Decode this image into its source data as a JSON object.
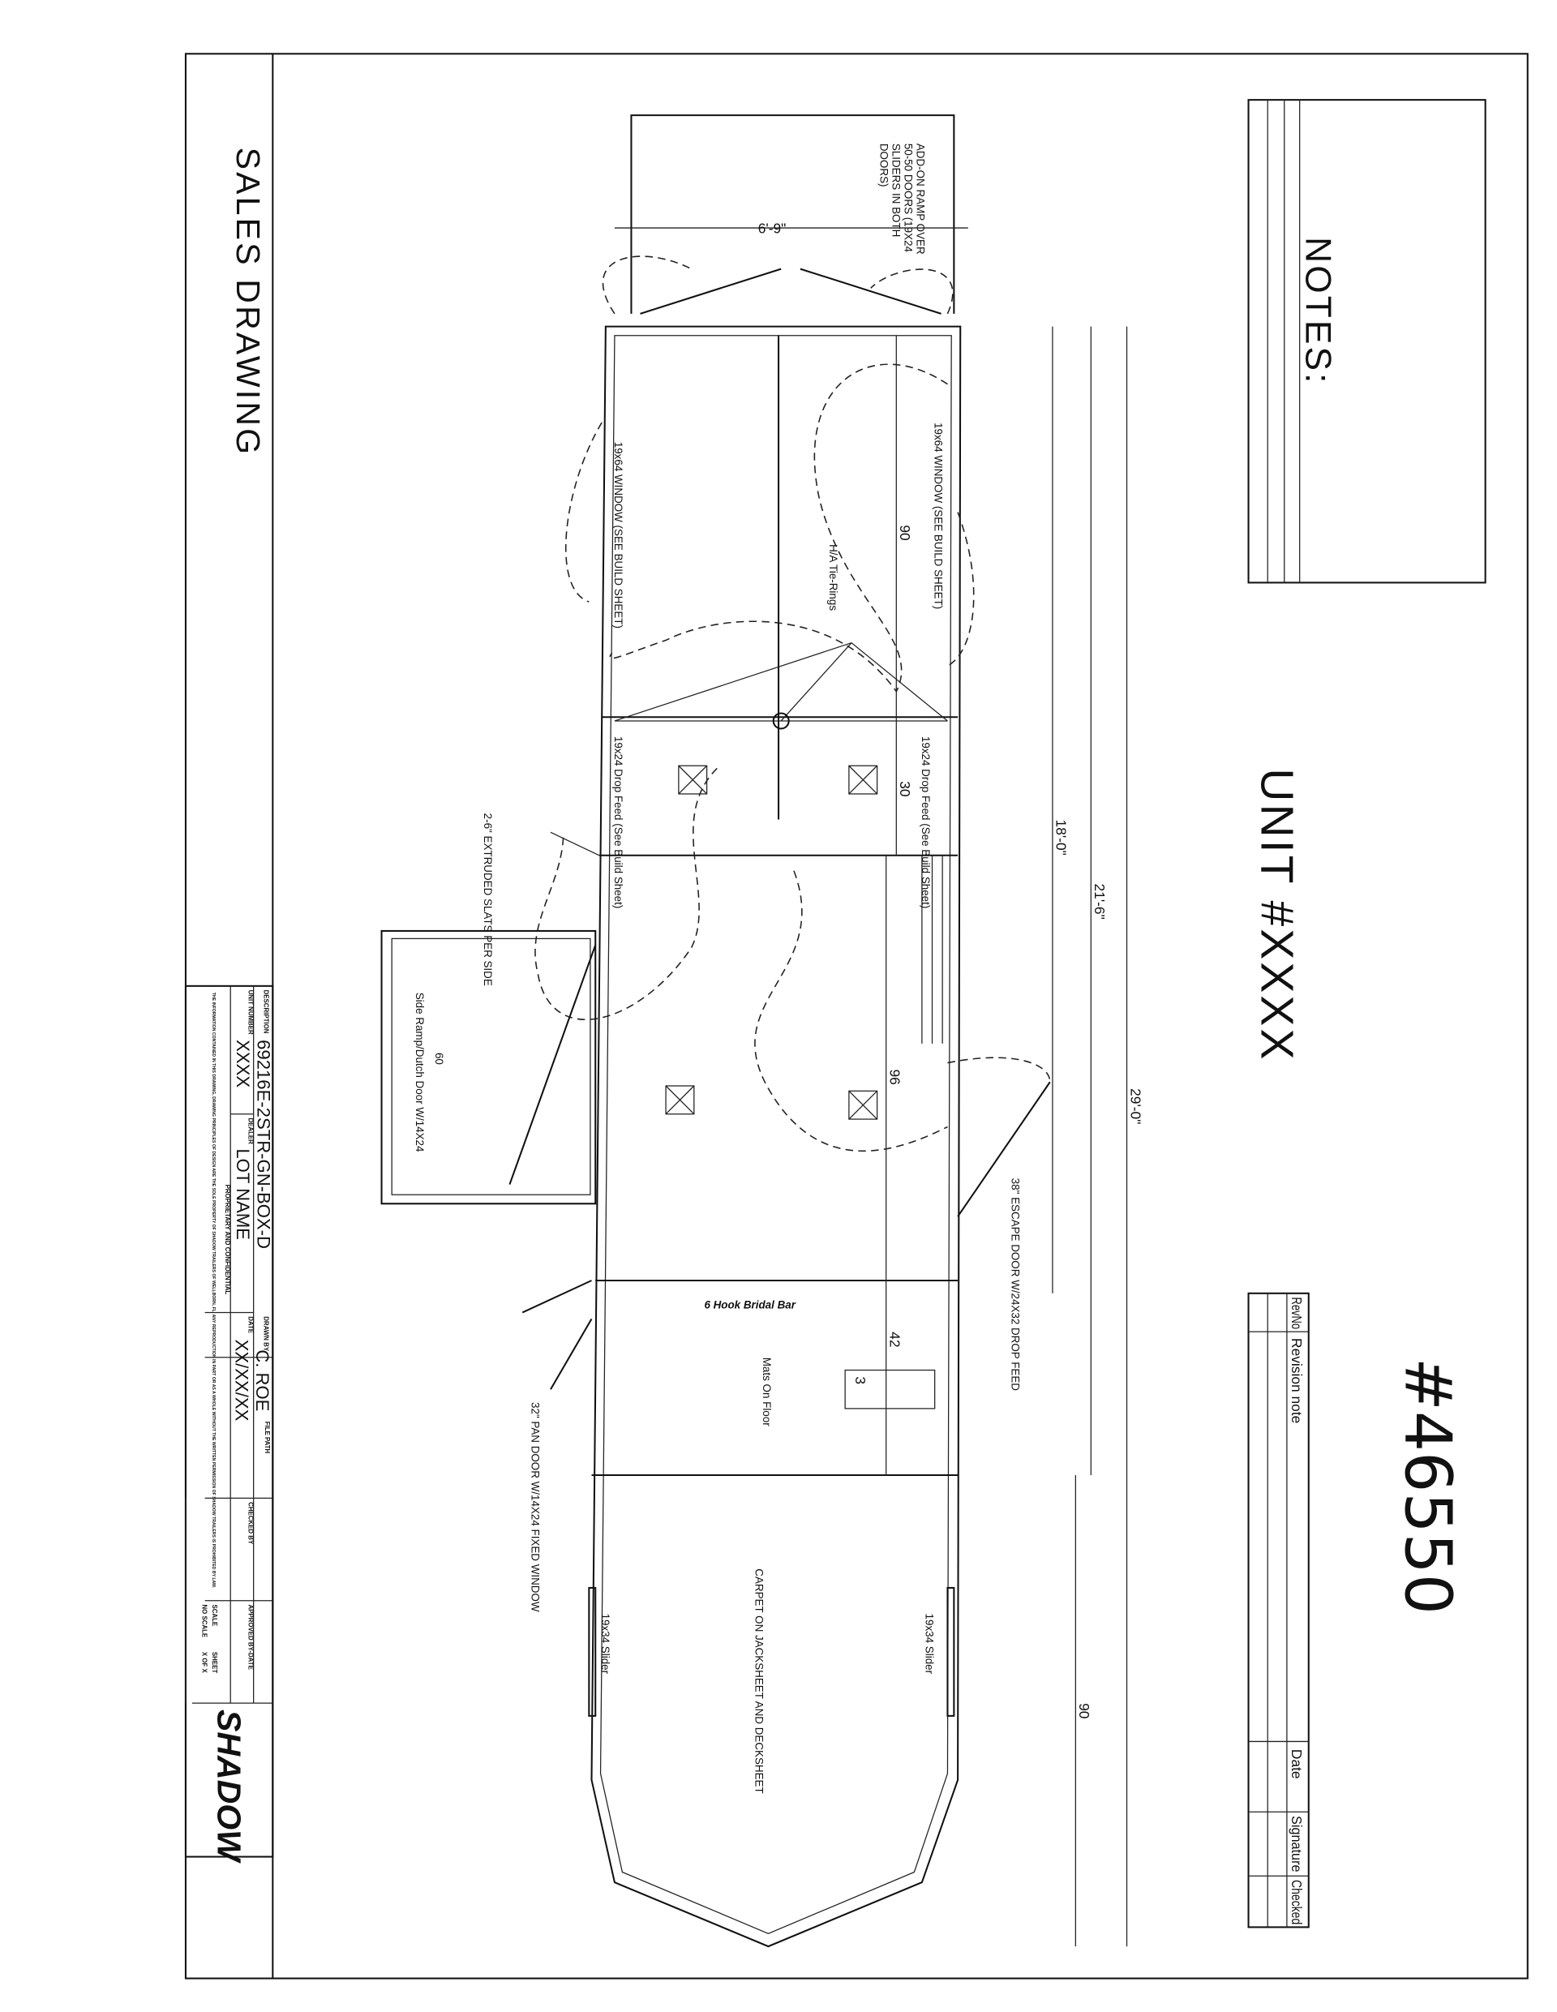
{
  "title": "SALES DRAWING",
  "unit": "UNIT #XXXX",
  "notes_label": "NOTES:",
  "handwritten_number": "#46550",
  "title_block": {
    "description_label": "DESCRIPTION",
    "description": "69216E-2STR-GN-BOX-D",
    "unit_number_label": "UNIT NUMBER",
    "unit_number": "XXXX",
    "dealer_label": "DEALER",
    "dealer": "LOT NAME",
    "drawn_by_label": "DRAWN BY",
    "drawn_by": "C. ROE",
    "date_label": "DATE",
    "date": "XX/XX/XX",
    "file_path_label": "FILE PATH",
    "checked_by_label": "CHECKED BY",
    "approved_label": "APPROVED BY-DATE",
    "scale_label": "SCALE",
    "scale": "NO SCALE",
    "sheet_label": "SHEET",
    "sheet": "X OF X",
    "proprietary": "PROPRIETARY AND CONFIDENTIAL",
    "disclaimer": "THE INFORMATION CONTAINED IN THIS DRAWING, DRAWING PRINCIPLES OF DESIGN ARE THE SOLE PROPERTY OF SHADOW TRAILERS OF WELLBORN, FL. ANY REPRODUCTION IN PART OR AS A WHOLE WITHOUT THE WRITTEN PERMISSION OF SHADOW TRAILERS IS PROHIBITED BY LAW.",
    "logo": "SHADOW"
  },
  "revision_table": {
    "headers": [
      "RevNo",
      "Revision note",
      "Date",
      "Signature",
      "Checked"
    ]
  },
  "annotations": {
    "ramp": "ADD-ON RAMP OVER 50-50 DOORS (19X24 SLIDERS IN BOTH DOORS)",
    "window_left": "19x64 WINDOW (SEE BUILD SHEET)",
    "window_right": "19x64 WINDOW (SEE BUILD SHEET)",
    "tie_rings": "H/A Tie-Rings",
    "drop_feed_left": "19x24 Drop Feed (See Build Sheet)",
    "drop_feed_right": "19x24 Drop Feed (See Build Sheet)",
    "slats": "2-6\" EXTRUDED SLATS PER SIDE",
    "side_ramp": "Side Ramp/Dutch Door W/14X24",
    "side_ramp_dim": "60",
    "escape_door": "38\" ESCAPE DOOR W/24X32 DROP FEED",
    "bridal_bar": "6 Hook Bridal Bar",
    "mats": "Mats On Floor",
    "pan_door": "32\" PAN DOOR W/14X24 FIXED WINDOW",
    "carpet": "CARPET ON JACKSHEET AND DECKSHEET",
    "slider_left": "19x34 Slider",
    "slider_right": "19x34 Slider",
    "saddle_rack": "3"
  },
  "dimensions": {
    "ramp_width": "6'-9\"",
    "d_90_top": "90",
    "d_30": "30",
    "d_96": "96",
    "d_42": "42",
    "d_90_bottom": "90",
    "d_18": "18'-0\"",
    "d_21_6": "21'-6\"",
    "d_29": "29'-0\""
  }
}
